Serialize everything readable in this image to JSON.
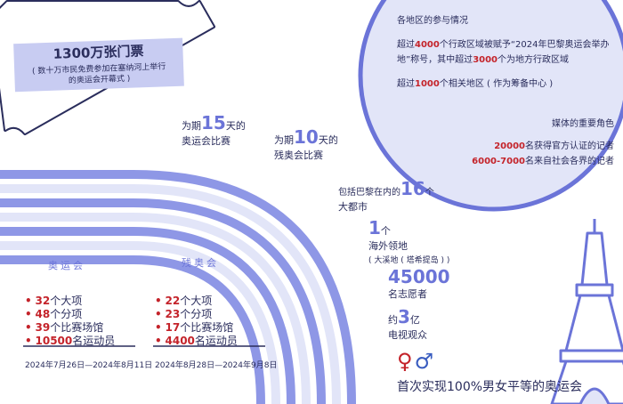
{
  "colors": {
    "navy": "#2a2d5c",
    "accent_blue": "#6b74d8",
    "stripe_blue": "#8e97e6",
    "light_lavender": "#e2e5f8",
    "ticket_fill": "#c8ccf2",
    "red": "#c4232a",
    "male_blue": "#3a5dc0"
  },
  "ticket": {
    "title": "1300万张门票",
    "subtitle_line1": "( 数十万市民免费参加在塞纳河上举行",
    "subtitle_line2": "的奥运会开幕式 )"
  },
  "duration_olympics": {
    "pre": "为期",
    "num": "15",
    "post": "天的",
    "line2": "奥运会比赛"
  },
  "duration_paralympics": {
    "pre": "为期",
    "num": "10",
    "post": "天的",
    "line2": "残奥会比赛"
  },
  "cities": {
    "pre": "包括巴黎在内的",
    "num": "16",
    "post": "个",
    "line2": "大都市"
  },
  "overseas": {
    "num": "1",
    "post": "个",
    "line2": "海外领地",
    "line3": "( 大溪地 ( 塔希提岛 ) )"
  },
  "volunteers": {
    "num": "45000",
    "label": "名志愿者"
  },
  "tv": {
    "pre": "约",
    "num": "3",
    "post": "亿",
    "line2": "电视观众"
  },
  "equality": {
    "female_symbol": "♀",
    "male_symbol": "♂",
    "text": "首次实现100%男女平等的奥运会"
  },
  "regions": {
    "title": "各地区的参与情况",
    "line1_pre": "超过",
    "line1_num": "4000",
    "line1_post": "个行政区域被赋予“2024年巴黎奥运会举办",
    "line2_pre": "地”称号，其中超过",
    "line2_num": "3000",
    "line2_post": "个为地方行政区域",
    "line3_pre": "超过",
    "line3_num": "1000",
    "line3_post": "个相关地区 ( 作为筹备中心 )"
  },
  "media": {
    "title": "媒体的重要角色",
    "line1_num": "20000",
    "line1_text": "名获得官方认证的记者",
    "line2_num": "6000-7000",
    "line2_text": "名来自社会各界的记者"
  },
  "olympics": {
    "title": "奥运会",
    "items": [
      {
        "num": "32",
        "text": "个大项"
      },
      {
        "num": "48",
        "text": "个分项"
      },
      {
        "num": "39",
        "text": "个比赛场馆"
      },
      {
        "num": "10500",
        "text": "名运动员"
      }
    ],
    "dates": "2024年7月26日—2024年8月11日"
  },
  "paralympics": {
    "title": "残奥会",
    "items": [
      {
        "num": "22",
        "text": "个大项"
      },
      {
        "num": "23",
        "text": "个分项"
      },
      {
        "num": "17",
        "text": "个比赛场馆"
      },
      {
        "num": "4400",
        "text": "名运动员"
      }
    ],
    "dates": "2024年8月28日—2024年9月8日"
  }
}
